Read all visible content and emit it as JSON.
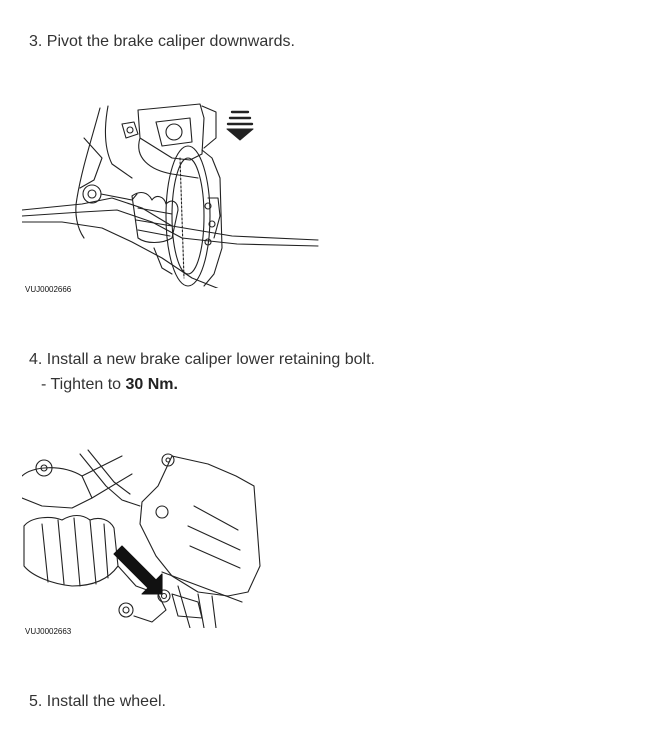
{
  "steps": [
    {
      "text": "3. Pivot the brake caliper downwards."
    },
    {
      "text": "4. Install a new brake caliper lower retaining bolt.",
      "sub_prefix": "-  Tighten to ",
      "sub_value": "30 Nm."
    },
    {
      "text": "5. Install the wheel."
    }
  ],
  "figures": [
    {
      "code": "VUJ0002666",
      "icon": "brake-caliper-pivot-illustration"
    },
    {
      "code": "VUJ0002663",
      "icon": "caliper-bolt-install-illustration"
    }
  ]
}
